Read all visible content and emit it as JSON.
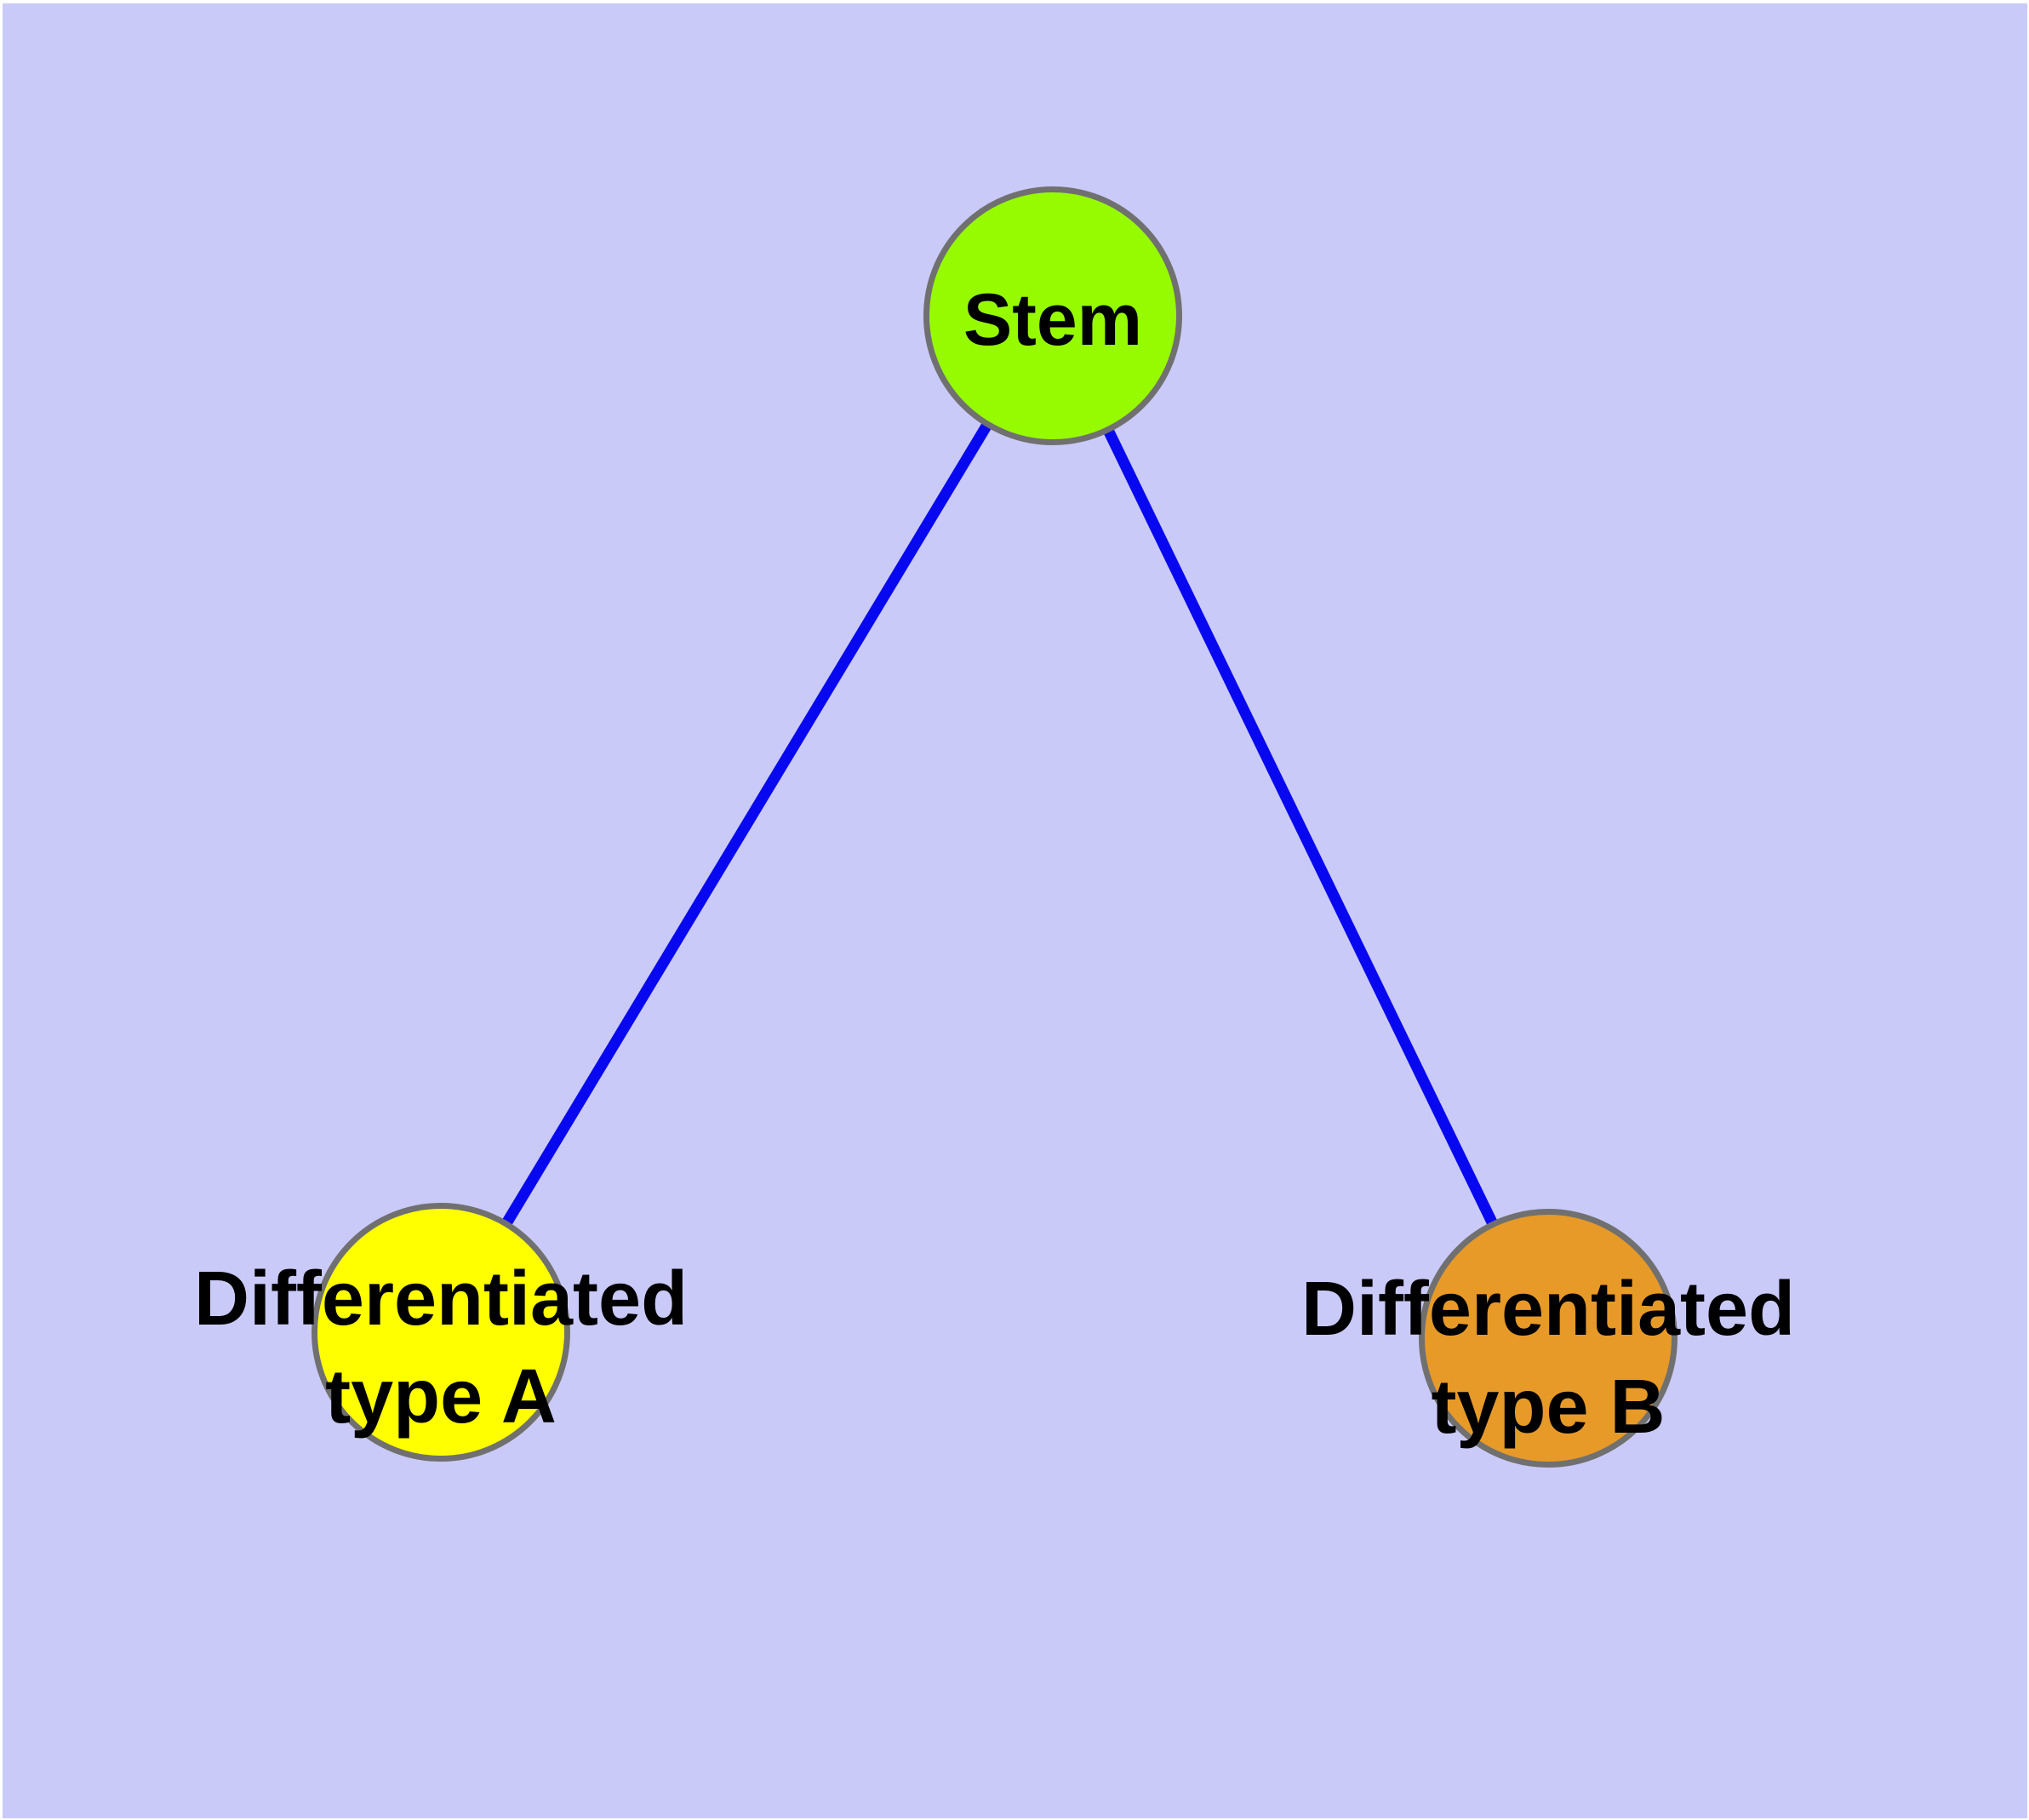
{
  "diagram": {
    "background_color": "#cacaf8",
    "page_margin_color": "#ffffff",
    "edge_color": "#0808f0",
    "node_border_color": "#707070",
    "text_color": "#000000",
    "nodes": [
      {
        "id": "stem",
        "label": "Stem",
        "fill": "#97fb00"
      },
      {
        "id": "diff-a",
        "label_line1": "Differentiated",
        "label_line2": "type A",
        "fill": "#ffff00"
      },
      {
        "id": "diff-b",
        "label_line1": "Differentiated",
        "label_line2": "type B",
        "fill": "#e79a28"
      }
    ],
    "edges": [
      {
        "from": "Stem",
        "to": "Differentiated type A"
      },
      {
        "from": "Stem",
        "to": "Differentiated type B"
      }
    ]
  }
}
